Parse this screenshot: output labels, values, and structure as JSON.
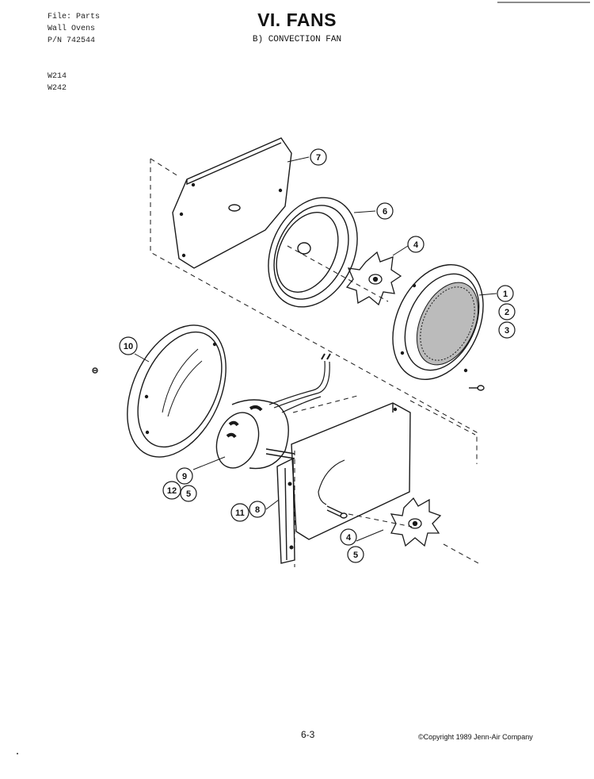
{
  "header": {
    "file_lines": [
      "File: Parts",
      "Wall Ovens",
      "P/N 742544"
    ],
    "models": [
      "W214",
      "W242"
    ],
    "title": "VI. FANS",
    "subtitle": "B) CONVECTION FAN"
  },
  "footer": {
    "page_number": "6-3",
    "copyright": "©Copyright 1989 Jenn-Air Company"
  },
  "callouts": [
    {
      "id": "c7",
      "label": "7"
    },
    {
      "id": "c6",
      "label": "6"
    },
    {
      "id": "c4a",
      "label": "4"
    },
    {
      "id": "c1",
      "label": "1"
    },
    {
      "id": "c2",
      "label": "2"
    },
    {
      "id": "c3",
      "label": "3"
    },
    {
      "id": "c10",
      "label": "10"
    },
    {
      "id": "c9",
      "label": "9"
    },
    {
      "id": "c12",
      "label": "12"
    },
    {
      "id": "c5a",
      "label": "5"
    },
    {
      "id": "c11",
      "label": "11"
    },
    {
      "id": "c8",
      "label": "8"
    },
    {
      "id": "c4b",
      "label": "4"
    },
    {
      "id": "c5b",
      "label": "5"
    }
  ]
}
